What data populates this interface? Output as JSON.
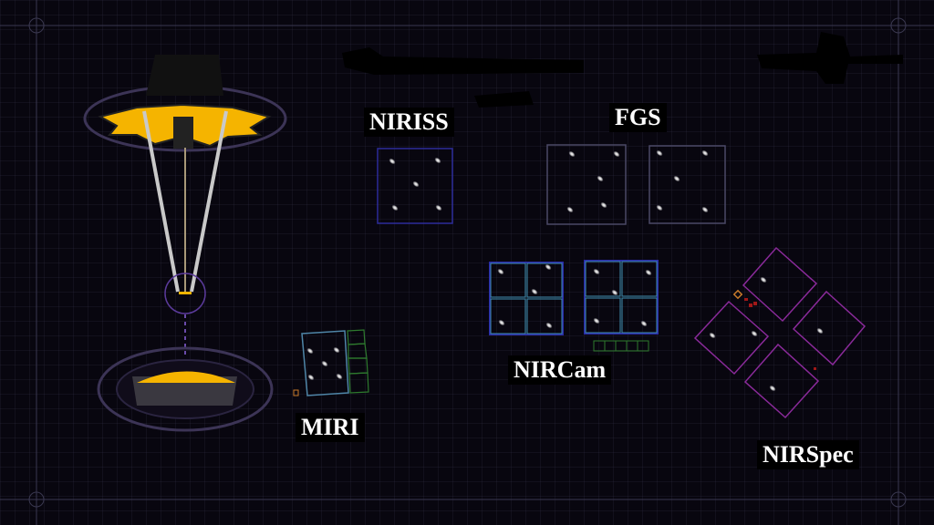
{
  "title": "JWST instrument fields of view",
  "instruments": [
    {
      "id": "niriss",
      "label": "NIRISS"
    },
    {
      "id": "fgs",
      "label": "FGS"
    },
    {
      "id": "nircam",
      "label": "NIRCam"
    },
    {
      "id": "miri",
      "label": "MIRI"
    },
    {
      "id": "nirspec",
      "label": "NIRSpec"
    }
  ],
  "colors": {
    "niriss": "#2c2c9a",
    "fgs": "#4a4866",
    "nircam_outer": "#2a2aa8",
    "nircam_inner": "#3f8fb0",
    "miri": "#4f86a8",
    "miri_filter": "#2e7a2e",
    "nirspec": "#8a2a9a",
    "mirror": "#f5b400",
    "ring": "#4a4066"
  }
}
